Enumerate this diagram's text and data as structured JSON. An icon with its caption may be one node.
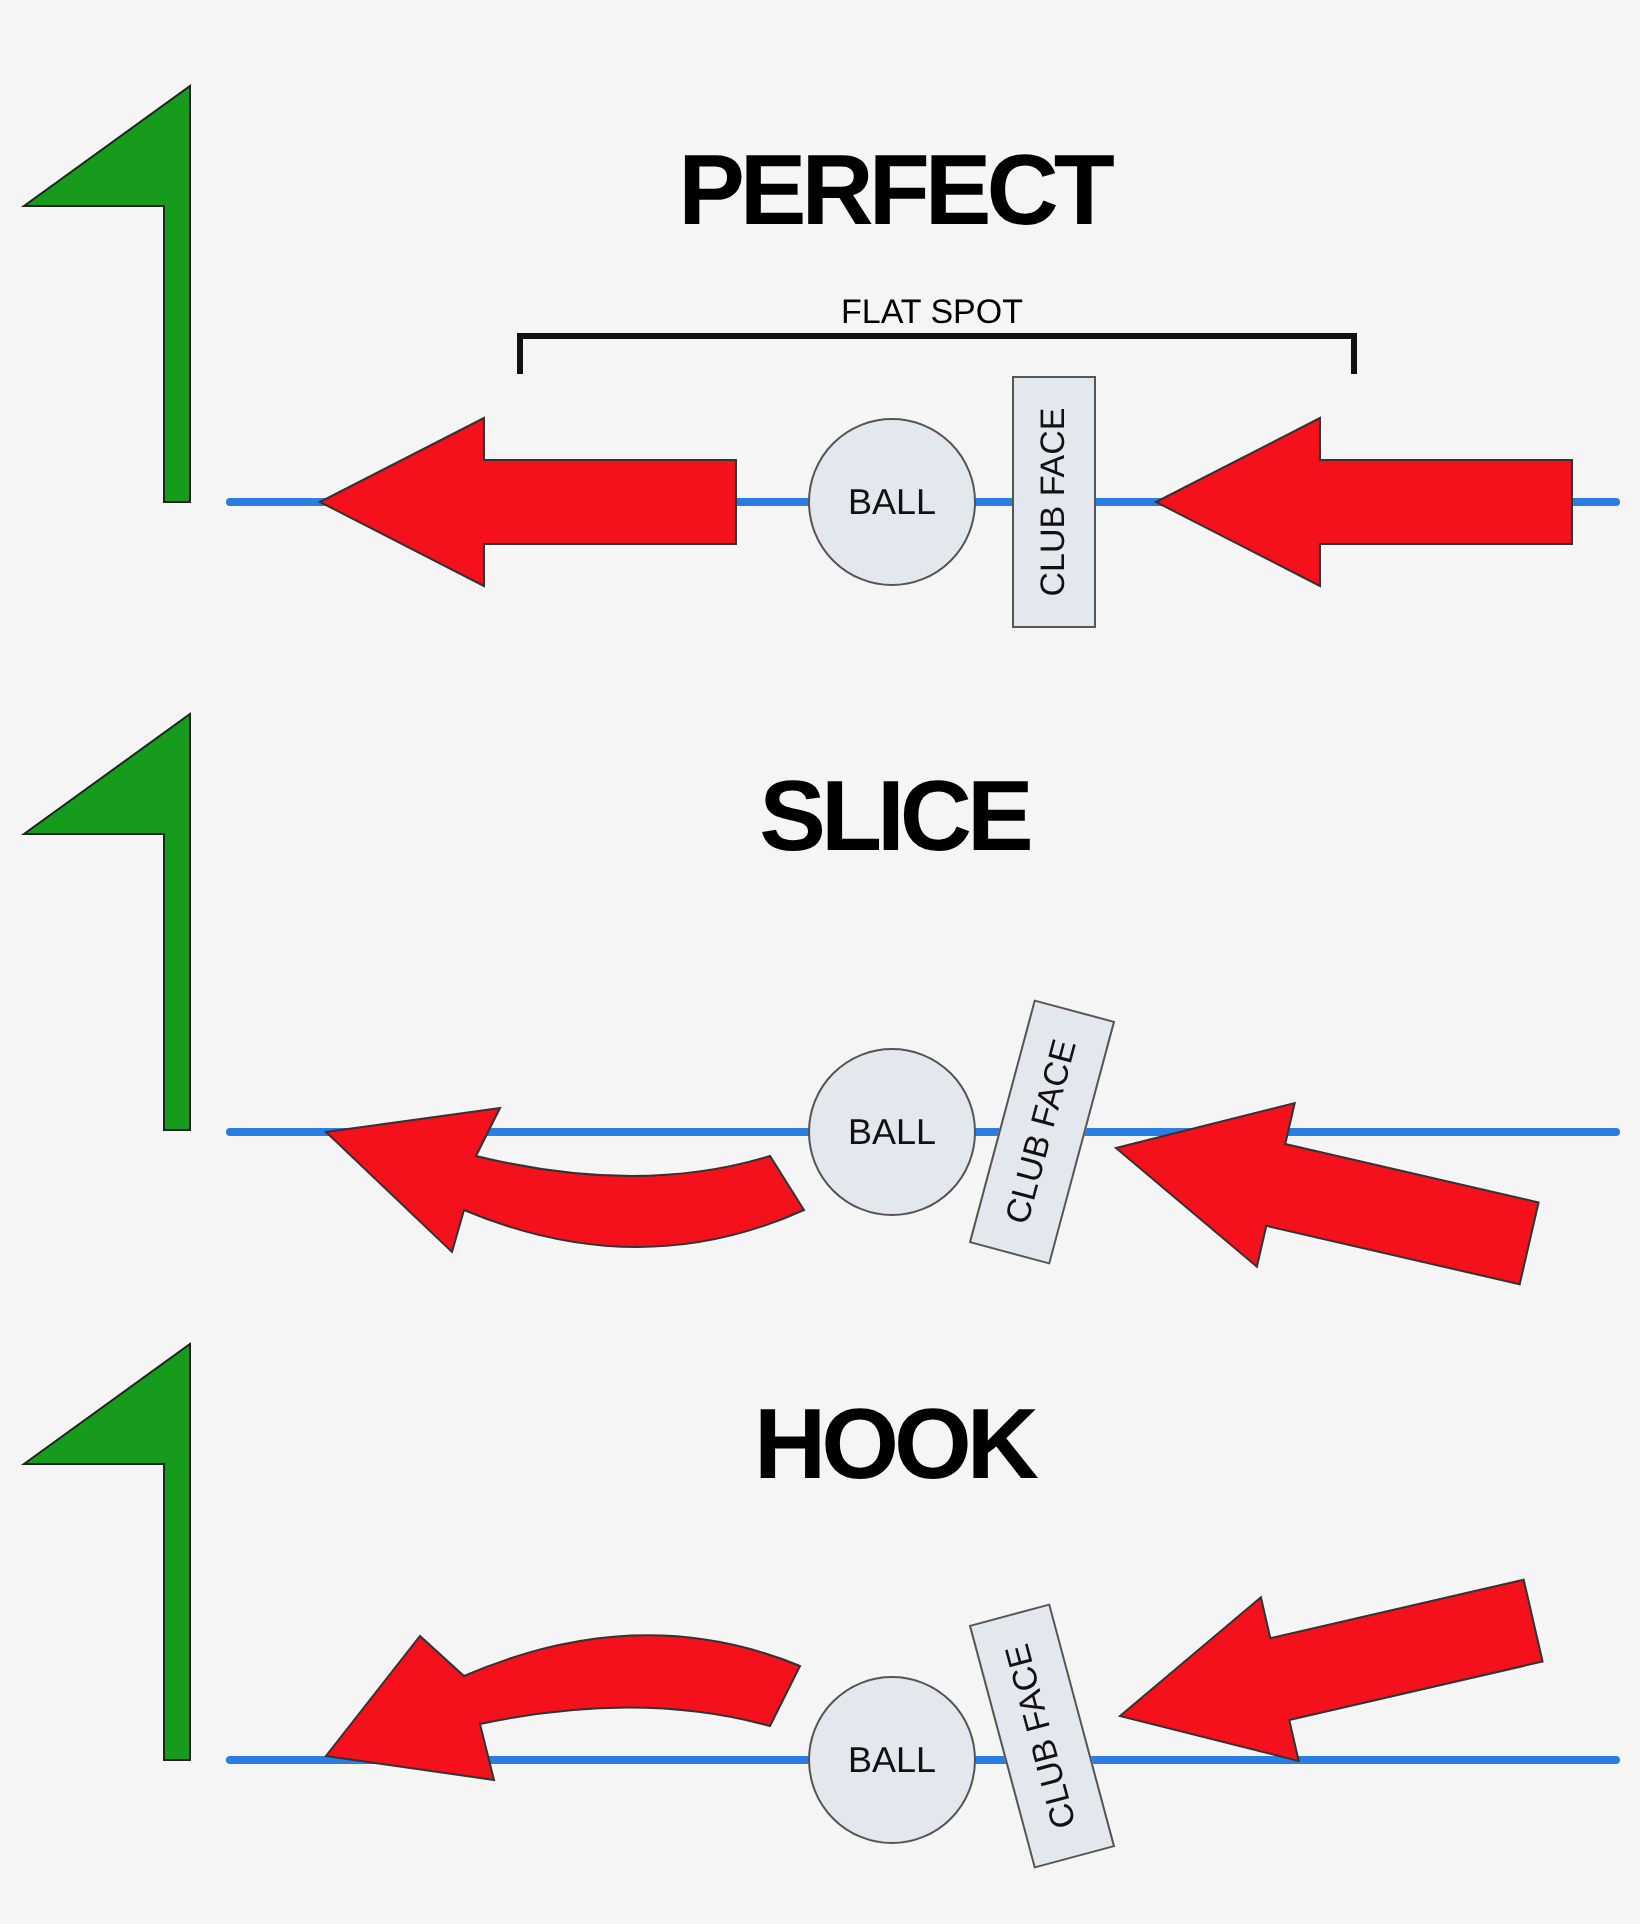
{
  "diagram": {
    "nodes": [
      {
        "text": [
          "BALL"
        ]
      },
      {
        "text": [
          "CLUB FACE"
        ]
      },
      {
        "text": [
          "BALL"
        ]
      },
      {
        "text": [
          "CLUB FACE"
        ]
      },
      {
        "text": [
          "BALL"
        ]
      },
      {
        "text": [
          "CLUB FACE"
        ]
      }
    ],
    "labels": [
      "PERFECT",
      "FLAT SPOT",
      "SLICE",
      "HOOK"
    ]
  }
}
